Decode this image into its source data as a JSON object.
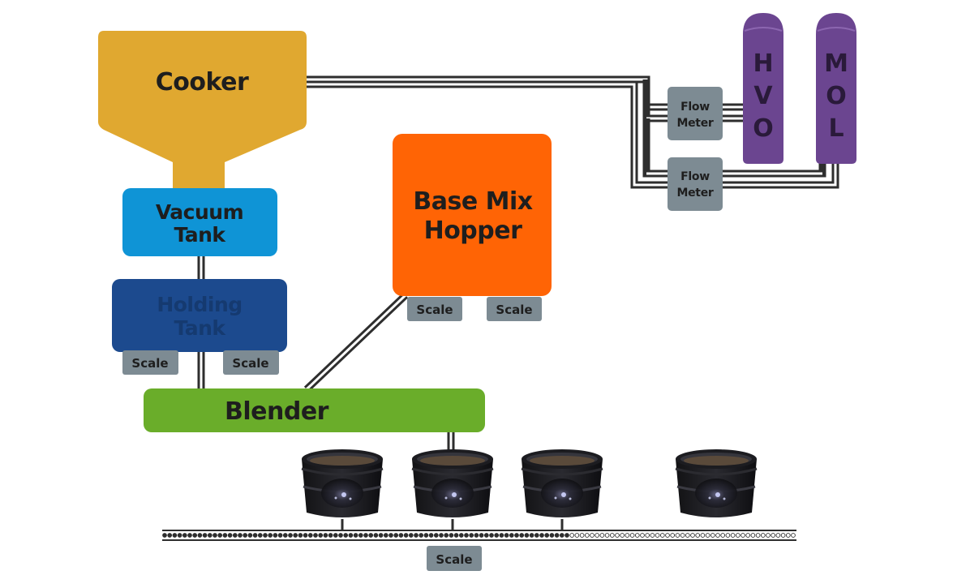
{
  "diagram": {
    "cooker": {
      "label": "Cooker",
      "color": "#e0a830"
    },
    "vacuum_tank": {
      "line1": "Vacuum",
      "line2": "Tank",
      "color": "#0f94d6"
    },
    "holding_tank": {
      "line1": "Holding",
      "line2": "Tank",
      "color": "#1c4a8e"
    },
    "base_mix_hopper": {
      "line1": "Base Mix",
      "line2": "Hopper",
      "color": "#ff6405"
    },
    "blender": {
      "label": "Blender",
      "color": "#6aad2a"
    },
    "hvo_tank": {
      "letters": [
        "H",
        "V",
        "O"
      ],
      "color": "#6b4590"
    },
    "mol_tank": {
      "letters": [
        "M",
        "O",
        "L"
      ],
      "color": "#6b4590"
    },
    "flow_meter_top": {
      "line1": "Flow",
      "line2": "Meter"
    },
    "flow_meter_bottom": {
      "line1": "Flow",
      "line2": "Meter"
    },
    "scale_holding_left": {
      "label": "Scale"
    },
    "scale_holding_right": {
      "label": "Scale"
    },
    "scale_hopper_left": {
      "label": "Scale"
    },
    "scale_hopper_right": {
      "label": "Scale"
    },
    "scale_conveyor": {
      "label": "Scale"
    },
    "scale_color": "#7d8b93",
    "pipe_color": "#2e2e2e",
    "buckets": [
      {
        "id": "bucket-1"
      },
      {
        "id": "bucket-2"
      },
      {
        "id": "bucket-3"
      },
      {
        "id": "bucket-4"
      }
    ]
  }
}
